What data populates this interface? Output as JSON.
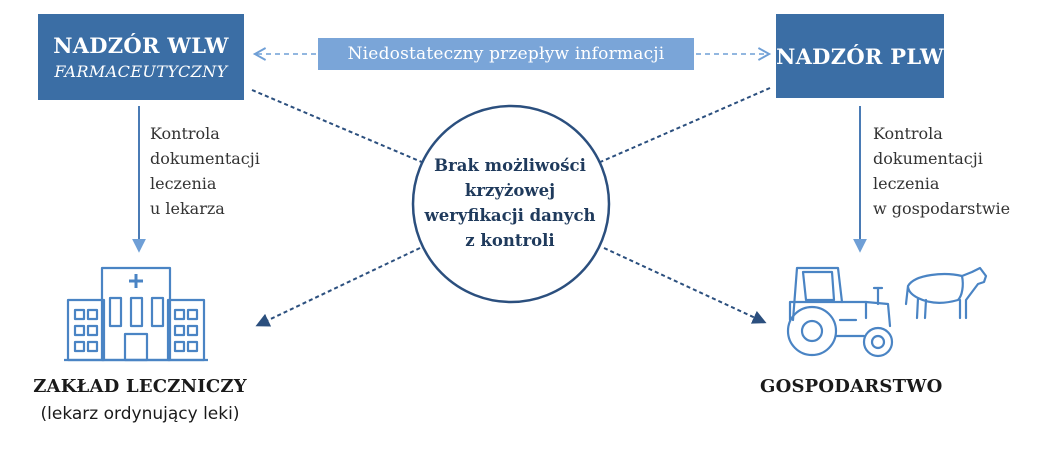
{
  "nodes": {
    "wlw": {
      "title": "NADZÓR WLW",
      "subtitle": "FARMACEUTYCZNY"
    },
    "plw": {
      "title": "NADZÓR PLW"
    }
  },
  "info_flow": "Niedostateczny przepływ informacji",
  "control_left": [
    "Kontrola",
    "dokumentacji",
    "leczenia",
    "u lekarza"
  ],
  "control_right": [
    "Kontrola",
    "dokumentacji",
    "leczenia",
    "w gospodarstwie"
  ],
  "center": [
    "Brak możliwości",
    "krzyżowej",
    "weryfikacji danych",
    "z kontroli"
  ],
  "hospital": {
    "title": "ZAKŁAD LECZNICZY",
    "subtitle": "(lekarz ordynujący leki)"
  },
  "farm": {
    "title": "GOSPODARSTWO"
  },
  "icons": [
    "hospital-icon",
    "tractor-icon",
    "cow-icon"
  ],
  "colors": {
    "box": "#3b6ea5",
    "banner": "#7aa5d8",
    "line": "#2b4f7e",
    "icon": "#4a84c4"
  }
}
